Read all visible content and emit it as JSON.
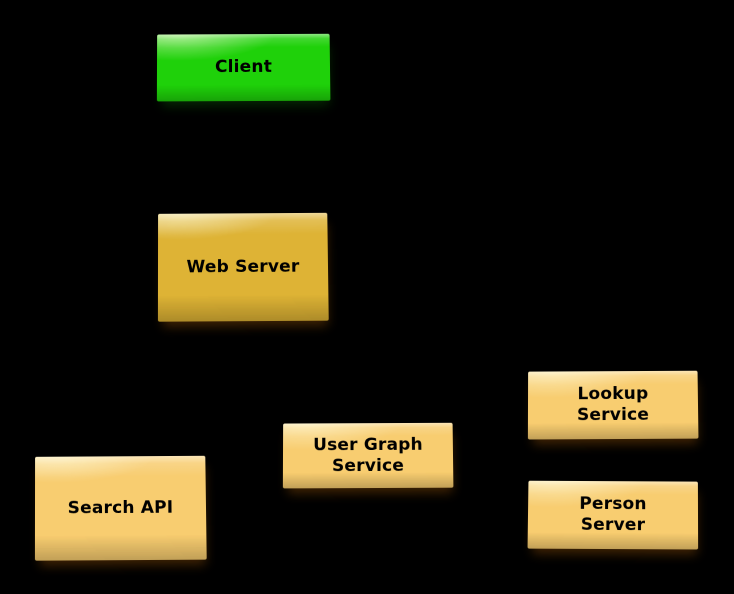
{
  "diagram": {
    "background_color": "#000000",
    "node_text_color": "#000000",
    "colors": {
      "client_fill": "#1fd10a",
      "web_server_fill": "#deb335",
      "service_fill": "#f8cd70"
    },
    "nodes": [
      {
        "id": "client",
        "lines": [
          "Client"
        ],
        "fill": "#1fd10a"
      },
      {
        "id": "web-server",
        "lines": [
          "Web Server"
        ],
        "fill": "#deb335"
      },
      {
        "id": "search-api",
        "lines": [
          "Search API"
        ],
        "fill": "#f8cd70"
      },
      {
        "id": "user-graph-service",
        "lines": [
          "User Graph",
          "Service"
        ],
        "fill": "#f8cd70"
      },
      {
        "id": "lookup-service",
        "lines": [
          "Lookup",
          "Service"
        ],
        "fill": "#f8cd70"
      },
      {
        "id": "person-server",
        "lines": [
          "Person",
          "Server"
        ],
        "fill": "#f8cd70"
      }
    ]
  }
}
